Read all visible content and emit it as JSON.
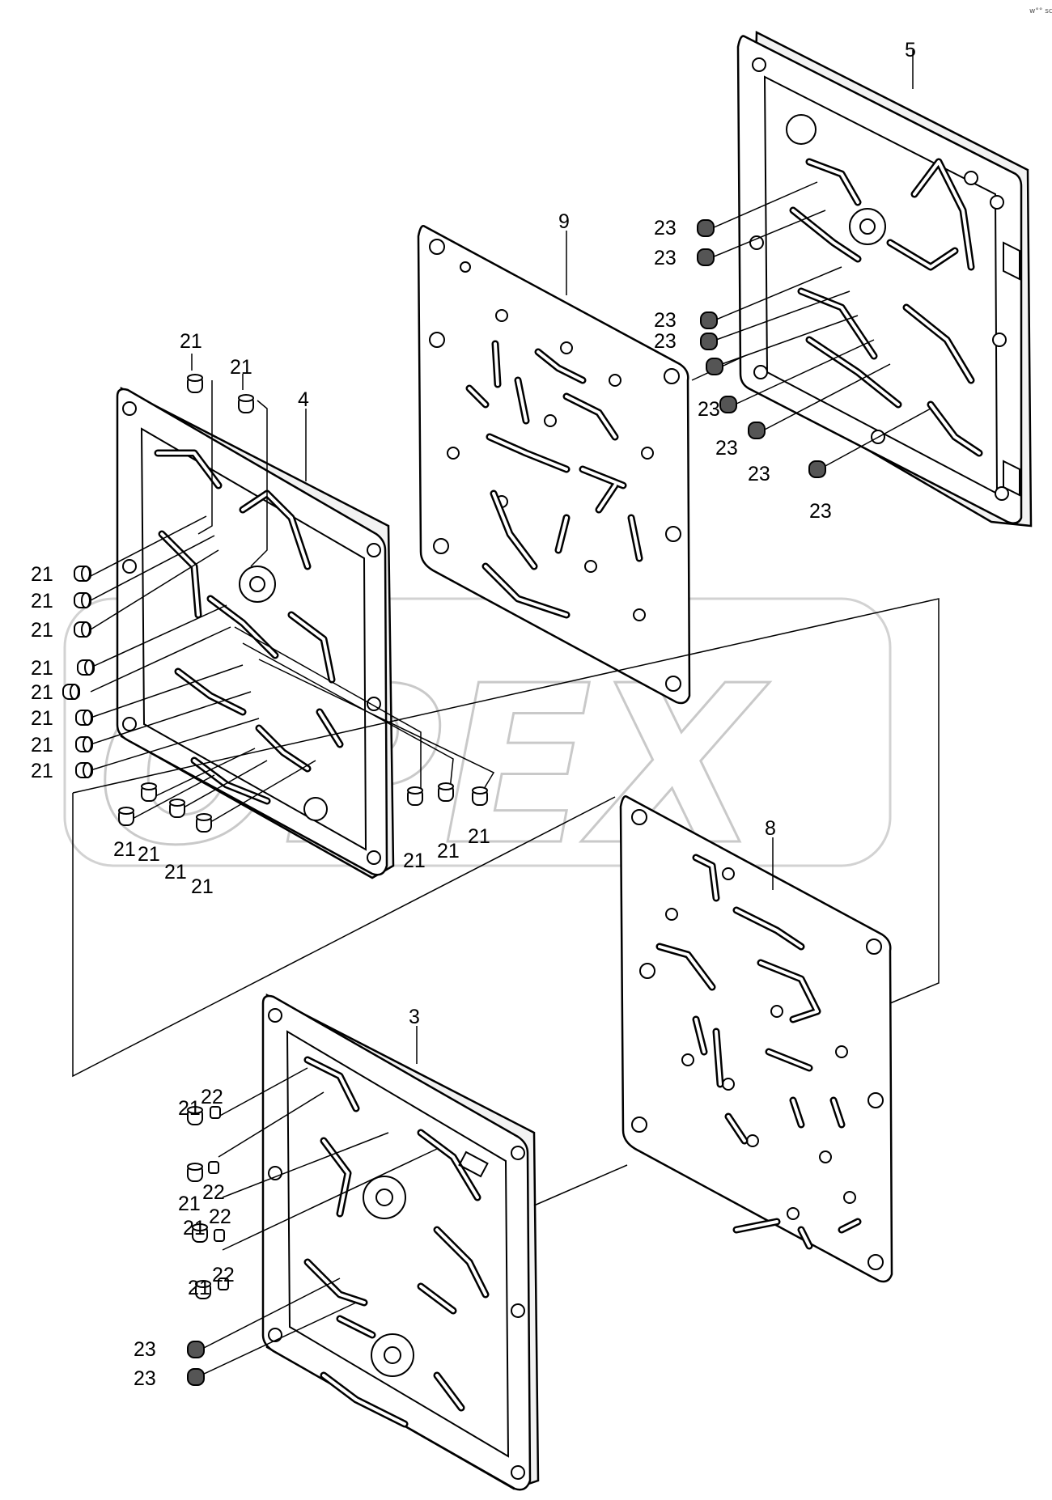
{
  "corner_text": "w°° sca",
  "watermark": "OPEX",
  "labels": {
    "plate_5": "5",
    "plate_9": "9",
    "plate_4": "4",
    "plate_8": "8",
    "plate_3": "3",
    "part_21": "21",
    "part_22": "22",
    "part_23": "23"
  }
}
